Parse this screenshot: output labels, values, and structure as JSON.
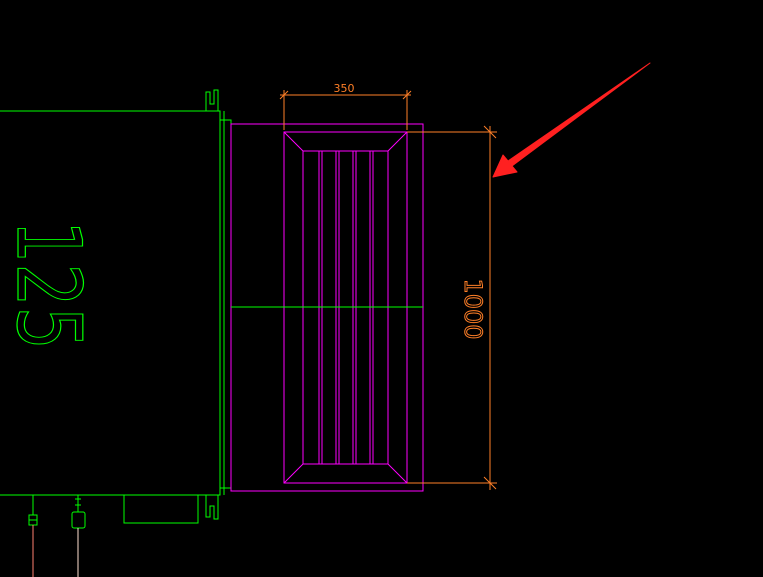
{
  "drawing": {
    "unit_label": "125",
    "dimension_width": "350",
    "dimension_height": "1000"
  },
  "colors": {
    "background": "#000000",
    "unit_outline": "#00ff00",
    "grille": "#ff00ff",
    "dimension": "#ff7f27",
    "arrow": "#ff2020"
  }
}
